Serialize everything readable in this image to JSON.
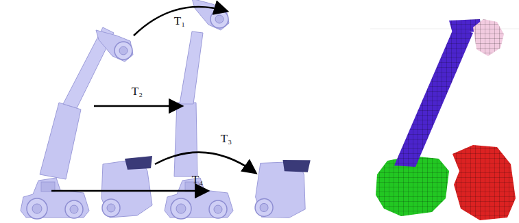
{
  "diagram": {
    "labels": [
      "T₁",
      "T₂",
      "T₃",
      "T₄"
    ]
  }
}
